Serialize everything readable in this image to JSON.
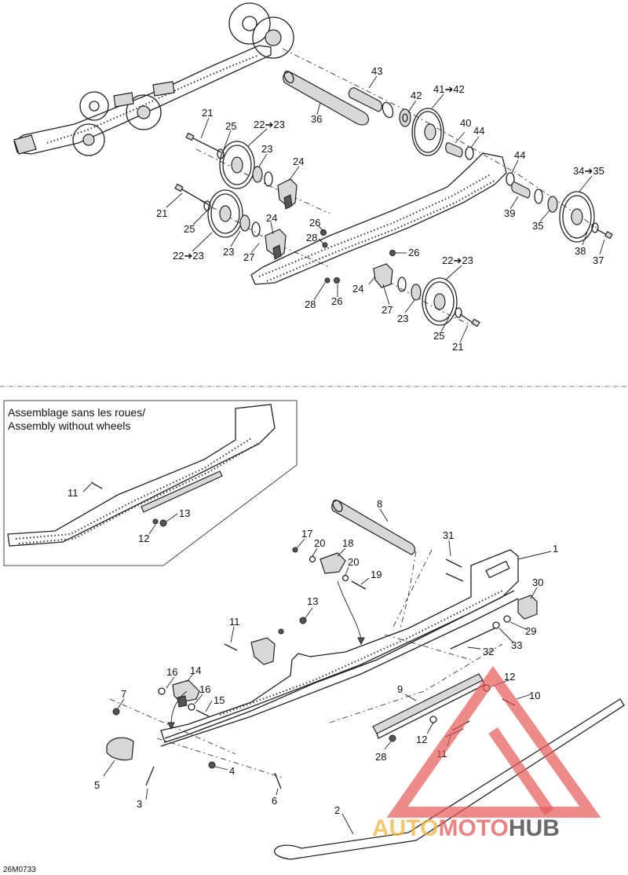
{
  "inset": {
    "title_line1": "Assemblage sans les roues/",
    "title_line2": "Assembly without wheels"
  },
  "diagram_code": "26M0733",
  "watermark": {
    "part1": "AUTO",
    "part2": "MOTO",
    "part3": "HUB",
    "colors": {
      "auto": "#f2b43a",
      "moto": "#e65a5a",
      "hub": "#444444",
      "triangle": "#e65a5a"
    }
  },
  "callouts": {
    "c43": "43",
    "c42": "42",
    "c41_42": "41➔42",
    "c36": "36",
    "c40": "40",
    "c44a": "44",
    "c21a": "21",
    "c25a": "25",
    "c22_23a": "22➔23",
    "c23a": "23",
    "c24a": "24",
    "c44b": "44",
    "c34_35": "34➔35",
    "c21b": "21",
    "c25b": "25",
    "c26a": "26",
    "c24b": "24",
    "c28a": "28",
    "c22_23b": "22➔23",
    "c23b": "23",
    "c27a": "27",
    "c26b": "26",
    "c39": "39",
    "c35": "35",
    "c38": "38",
    "c37": "37",
    "c22_23c": "22➔23",
    "c24c": "24",
    "c28b": "28",
    "c26c": "26",
    "c27b": "27",
    "c23c": "23",
    "c25c": "25",
    "c21c": "21",
    "i11": "11",
    "i13": "13",
    "i12": "12",
    "c8": "8",
    "c17": "17",
    "c20a": "20",
    "c18": "18",
    "c31": "31",
    "c1": "1",
    "c20b": "20",
    "c19": "19",
    "c30": "30",
    "c13": "13",
    "c11a": "11",
    "c29": "29",
    "c33": "33",
    "c32": "32",
    "c16a": "16",
    "c14": "14",
    "c16b": "16",
    "c7": "7",
    "c15": "15",
    "c9": "9",
    "c12a": "12",
    "c10": "10",
    "c12b": "12",
    "c28": "28",
    "c11b": "11",
    "c5": "5",
    "c4": "4",
    "c6": "6",
    "c3": "3",
    "c2": "2"
  }
}
